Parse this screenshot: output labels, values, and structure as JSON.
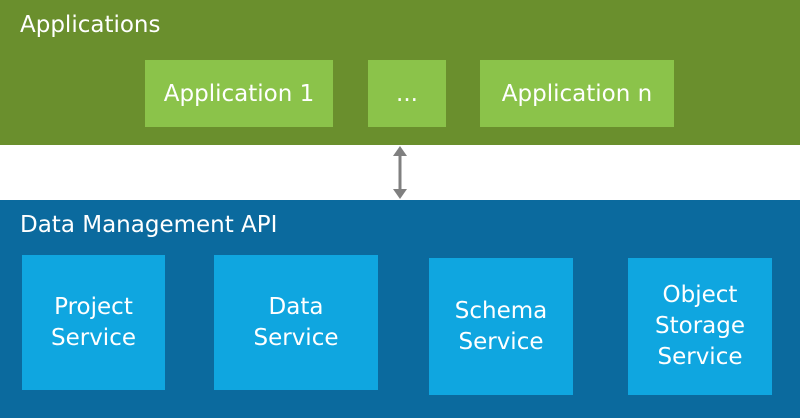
{
  "applications_layer": {
    "title": "Applications",
    "apps": [
      {
        "label": "Application 1"
      },
      {
        "label": "..."
      },
      {
        "label": "Application n"
      }
    ],
    "color": "#6a8f2d",
    "box_color": "#8bc34a"
  },
  "connector": {
    "icon": "bidirectional-arrow-icon",
    "color": "#808080"
  },
  "api_layer": {
    "title": "Data Management API",
    "services": [
      {
        "label": "Project\nService"
      },
      {
        "label": "Data\nService"
      },
      {
        "label": "Schema\nService"
      },
      {
        "label": "Object\nStorage\nService"
      }
    ],
    "color": "#0b6a9e",
    "box_color": "#0fa6e0"
  }
}
